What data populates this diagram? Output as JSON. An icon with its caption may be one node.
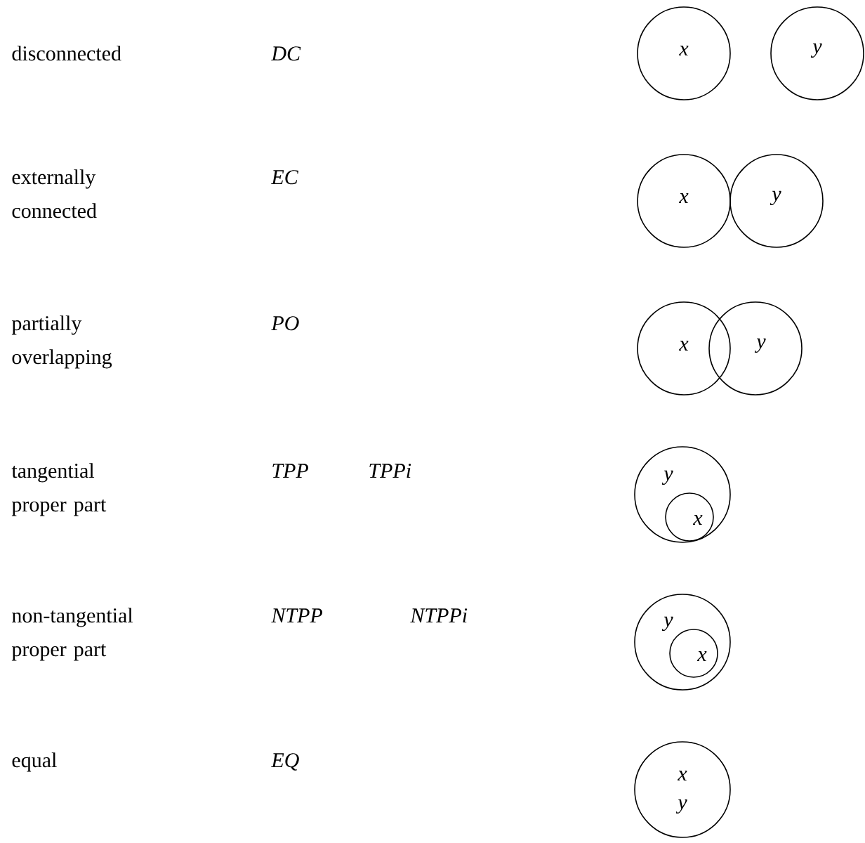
{
  "diagram": {
    "nodes": [
      {
        "text": [
          "x"
        ]
      },
      {
        "text": [
          "y"
        ]
      },
      {
        "text": [
          "x"
        ]
      },
      {
        "text": [
          "y"
        ]
      },
      {
        "text": [
          "x"
        ]
      },
      {
        "text": [
          "y"
        ]
      },
      {
        "text": [
          "y"
        ]
      },
      {
        "text": [
          "x"
        ],
        "in": 6
      },
      {
        "text": [
          "y"
        ]
      },
      {
        "text": [
          "x"
        ],
        "in": 8
      },
      {
        "text": [
          "x",
          "y"
        ]
      }
    ],
    "labels": [
      "disconnected",
      "DC",
      "externally connected",
      "EC",
      "partially overlapping",
      "PO",
      "tangential proper part",
      "TPP",
      "TPPi",
      "non-tangential proper part",
      "NTPP",
      "NTPPi",
      "equal",
      "EQ"
    ]
  }
}
